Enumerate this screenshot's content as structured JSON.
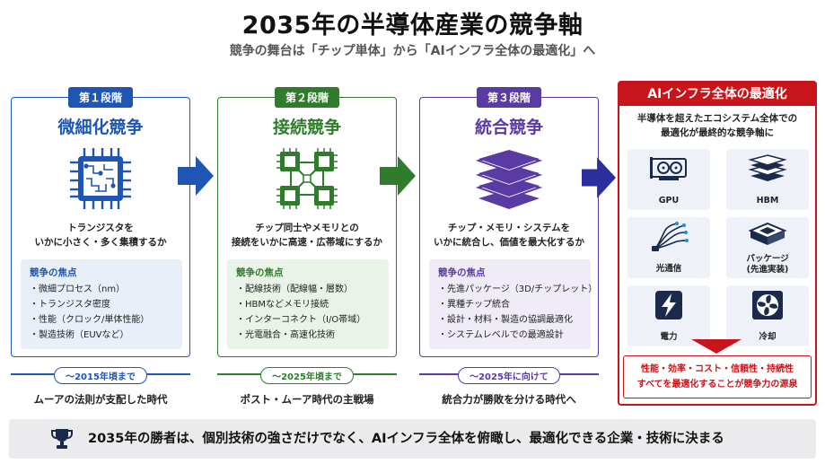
{
  "header": {
    "title": "2035年の半導体産業の競争軸",
    "subtitle": "競争の舞台は「チップ単体」から「AIインフラ全体の最適化」へ"
  },
  "stages": [
    {
      "badge": "第１段階",
      "name": "微細化競争",
      "desc_line1": "トランジスタを",
      "desc_line2": "いかに小さく・多く集積するか",
      "focus_title": "競争の焦点",
      "focus_items": [
        "微細プロセス（nm）",
        "トランジスタ密度",
        "性能（クロック/単体性能）",
        "製造技術（EUVなど）"
      ],
      "era_label": "〜2015年頃まで",
      "era_desc": "ムーアの法則が支配した時代",
      "icon": "chip-icon",
      "color": "#1f56b3",
      "focus_bg": "#e9eff9"
    },
    {
      "badge": "第２段階",
      "name": "接続競争",
      "desc_line1": "チップ同士やメモリとの",
      "desc_line2": "接続をいかに高速・広帯域にするか",
      "focus_title": "競争の焦点",
      "focus_items": [
        "配線技術（配線幅・層数）",
        "HBMなどメモリ接続",
        "インターコネクト（I/O帯域）",
        "光電融合・高速化技術"
      ],
      "era_label": "〜2025年頃まで",
      "era_desc": "ポスト・ムーア時代の主戦場",
      "icon": "connected-chips-icon",
      "color": "#2f7d2c",
      "focus_bg": "#eaf3e8"
    },
    {
      "badge": "第３段階",
      "name": "統合競争",
      "desc_line1": "チップ・メモリ・システムを",
      "desc_line2": "いかに統合し、価値を最大化するか",
      "focus_title": "競争の焦点",
      "focus_items": [
        "先進パッケージ（3D/チップレット）",
        "異種チップ統合",
        "設計・材料・製造の協調最適化",
        "システムレベルでの最適設計"
      ],
      "era_label": "〜2025年に向けて",
      "era_desc": "統合力が勝敗を分ける時代へ",
      "icon": "stacked-layers-icon",
      "color": "#5a3aa3",
      "focus_bg": "#efebf7"
    }
  ],
  "final": {
    "header": "AIインフラ全体の最適化",
    "desc_line1": "半導体を超えたエコシステム全体での",
    "desc_line2": "最適化が最終的な競争軸に",
    "tiles": [
      {
        "label": "GPU",
        "label2": "",
        "icon": "gpu-icon"
      },
      {
        "label": "HBM",
        "label2": "",
        "icon": "hbm-icon"
      },
      {
        "label": "光通信",
        "label2": "",
        "icon": "optical-fiber-icon"
      },
      {
        "label": "パッケージ",
        "label2": "(先進実装)",
        "icon": "package-icon"
      },
      {
        "label": "電力",
        "label2": "",
        "icon": "power-icon"
      },
      {
        "label": "冷却",
        "label2": "",
        "icon": "cooling-fan-icon"
      }
    ],
    "foot_line1": "性能・効率・コスト・信頼性・持続性",
    "foot_line2": "すべてを最適化することが競争力の源泉",
    "color": "#c8151b"
  },
  "banner": {
    "text": "2035年の勝者は、個別技術の強さだけでなく、AIインフラ全体を俯瞰し、最適化できる企業・技術に決まる",
    "icon": "trophy-icon"
  }
}
